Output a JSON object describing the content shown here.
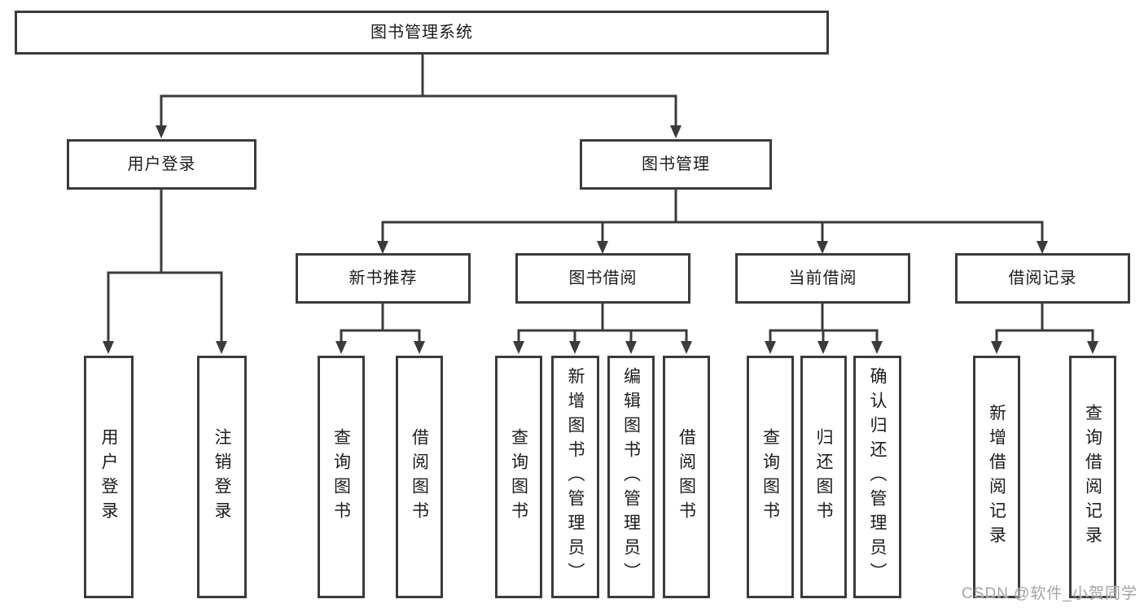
{
  "colors": {
    "line": "#3b3b3b",
    "box_border": "#3b3b3b",
    "text": "#1c1c1c",
    "background": "#ffffff",
    "watermark": "#a3a3a3"
  },
  "watermark": "CSDN @软件_小贺同学",
  "tree": {
    "label": "图书管理系统",
    "children": [
      {
        "label": "用户登录",
        "children": [
          {
            "label": "用户登录"
          },
          {
            "label": "注销登录"
          }
        ]
      },
      {
        "label": "图书管理",
        "children": [
          {
            "label": "新书推荐",
            "children": [
              {
                "label": "查询图书"
              },
              {
                "label": "借阅图书"
              }
            ]
          },
          {
            "label": "图书借阅",
            "children": [
              {
                "label": "查询图书"
              },
              {
                "label": "新增图书（管理员）"
              },
              {
                "label": "编辑图书（管理员）"
              },
              {
                "label": "借阅图书"
              }
            ]
          },
          {
            "label": "当前借阅",
            "children": [
              {
                "label": "查询图书"
              },
              {
                "label": "归还图书"
              },
              {
                "label": "确认归还（管理员）"
              }
            ]
          },
          {
            "label": "借阅记录",
            "children": [
              {
                "label": "新增借阅记录"
              },
              {
                "label": "查询借阅记录"
              }
            ]
          }
        ]
      }
    ]
  }
}
